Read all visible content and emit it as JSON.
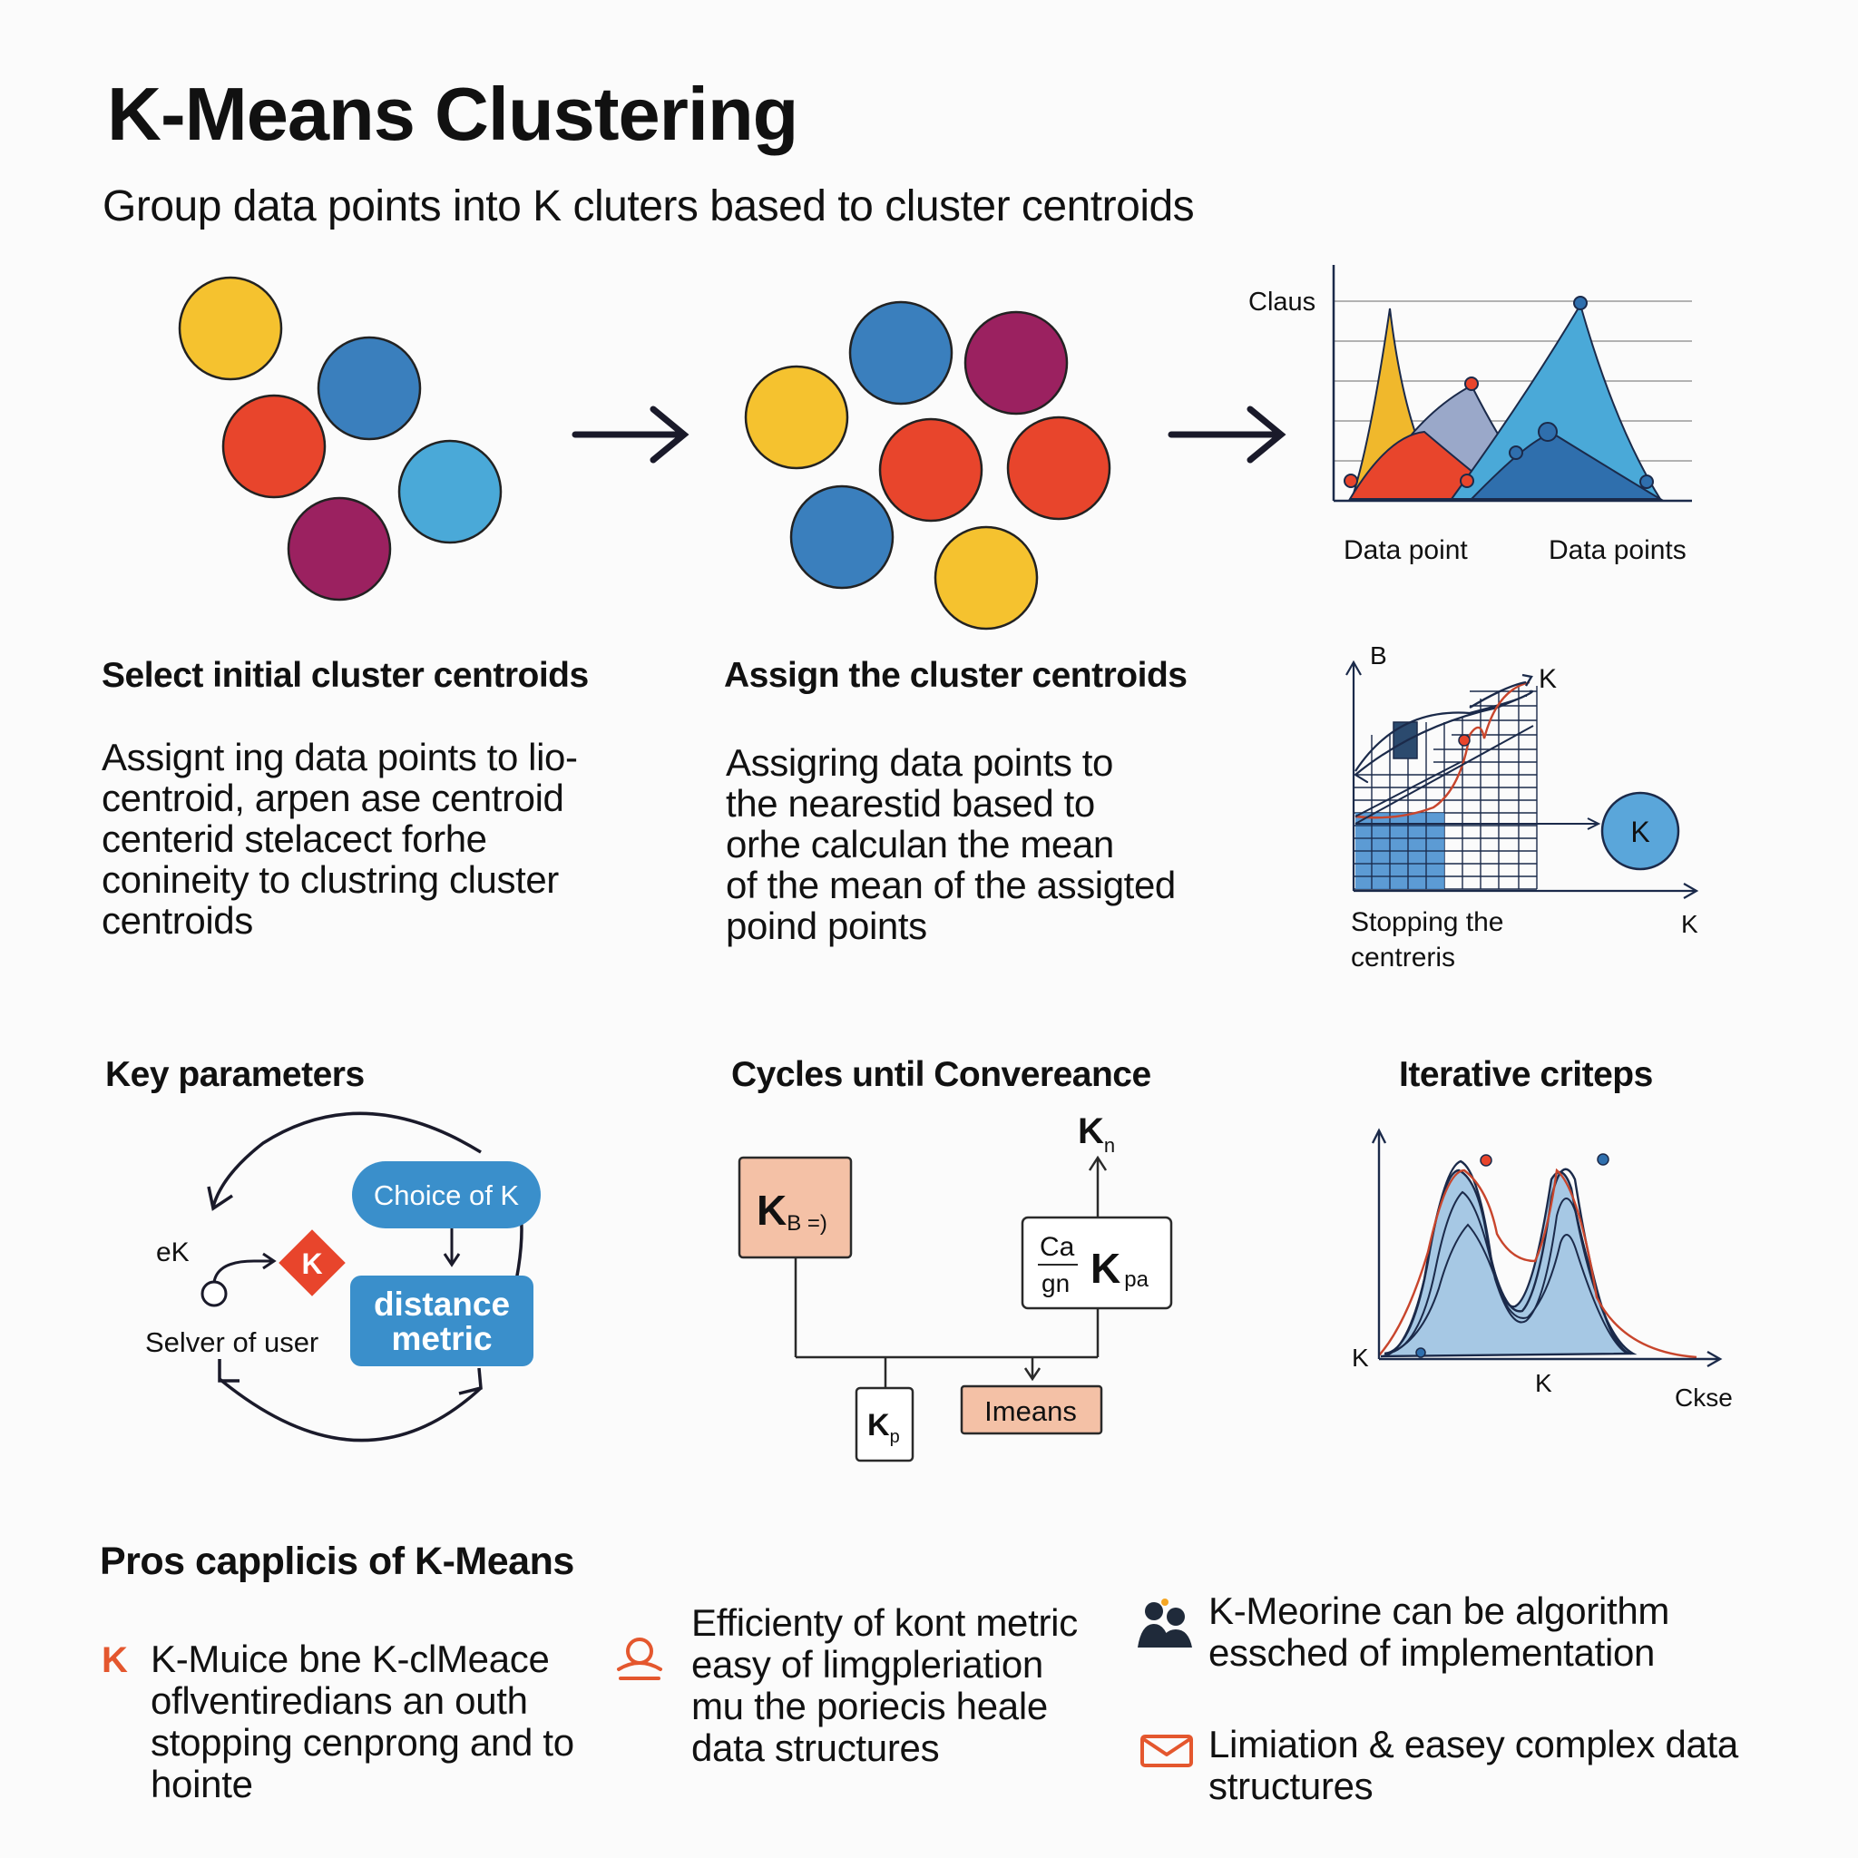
{
  "title": "K-Means Clustering",
  "subtitle": "Group data points into K cluters based to cluster centroids",
  "colors": {
    "yellow": "#f5c22f",
    "blue": "#3a7fbd",
    "red": "#e8452c",
    "light_blue": "#4aa9d8",
    "purple": "#9b2160",
    "salmon": "#f4c1a6"
  },
  "top_chart": {
    "ylabel": "Claus",
    "xlabel_left": "Data point",
    "xlabel_right": "Data points"
  },
  "steps": [
    {
      "heading": "Select initial cluster centroids",
      "body": [
        "Assignt ing data points to lio-",
        "centroid, arpen ase centroid",
        "centerid stelacect forhe",
        "coninеity to clustring cluster",
        "centroids"
      ]
    },
    {
      "heading": "Assign the cluster centroids",
      "body": [
        "Assigring data points to",
        "the nearestid based to",
        "orhe calculan the mean",
        "of the mean of the assigted",
        "poind points"
      ]
    }
  ],
  "mid_chart": {
    "y_label": "B",
    "curve_label": "K",
    "node_label": "K",
    "x_label": "K",
    "caption": [
      "Stopping the",
      "centreris"
    ]
  },
  "key_parameters": {
    "heading": "Key parameters",
    "choice_label": "Choice of K",
    "k_diamond": "K",
    "ek_label": "eK",
    "distance_metric": [
      "distance",
      "metric"
    ],
    "selver_label": "Selver of user"
  },
  "cycles": {
    "heading": "Cycles until Convereance",
    "box_kb": "K",
    "box_kb_sub": "B =)",
    "top_k": "K",
    "top_k_sub": "n",
    "box_ca_top": "Ca",
    "box_ca_bottom": "gn",
    "box_ca_k": "K",
    "box_ca_sub": "pa",
    "box_kp": "K",
    "box_kp_sub": "p",
    "imeans_label": "Imeans"
  },
  "iterative": {
    "heading": "Iterative criteps",
    "y_label": "K",
    "x_label": "K",
    "x_end_label": "Ckse"
  },
  "pros": {
    "heading": "Pros capplicis of K-Means",
    "k_icon_glyph": "K",
    "items": [
      {
        "icon": "k-letter-icon",
        "lines": [
          "K-Muice bne K-clMeace",
          "oflventiredians an outh",
          "stopping cenprong and to",
          "hointe"
        ]
      },
      {
        "icon": "lamp-icon",
        "lines": [
          "Efficienty of kont metric",
          "easy of limgpleriation",
          "mu the poriecis heale",
          "data structures"
        ]
      },
      {
        "icon": "people-icon",
        "lines": [
          "K-Meorine can be algorithm",
          "essched of implementation"
        ]
      },
      {
        "icon": "envelope-icon",
        "lines": [
          "Limiation & easey complex data",
          "structures"
        ]
      }
    ]
  }
}
